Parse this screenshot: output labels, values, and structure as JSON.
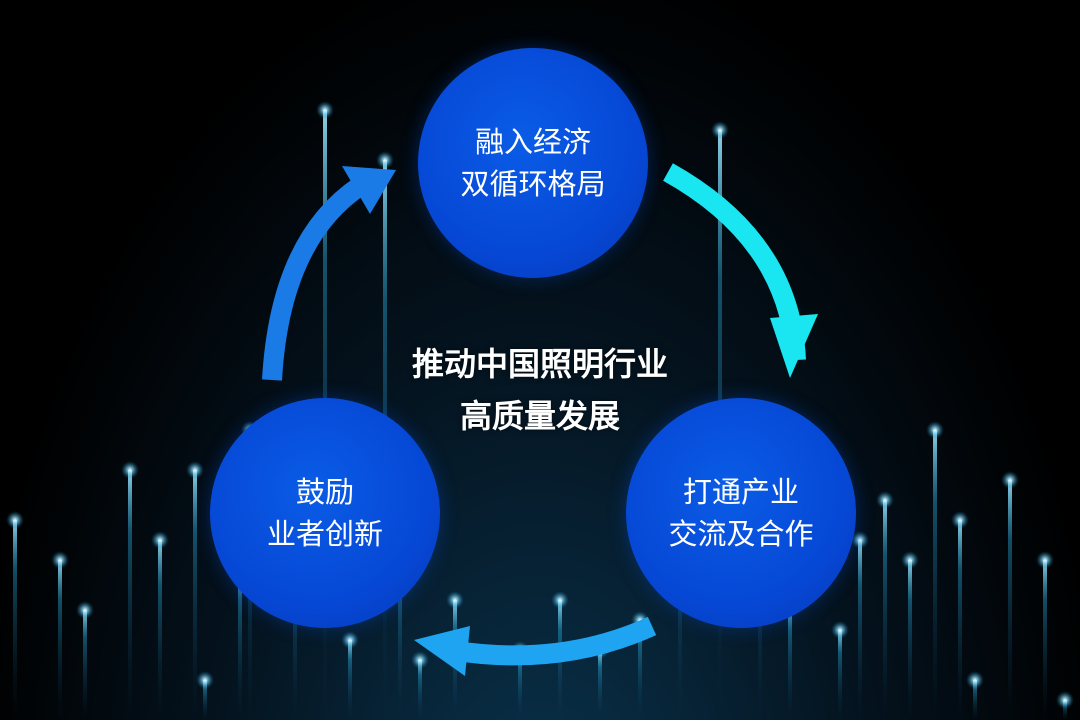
{
  "title": {
    "line1": "推动中国照明行业",
    "line2": "高质量发展"
  },
  "nodes": {
    "top": {
      "line1": "融入经济",
      "line2": "双循环格局"
    },
    "right": {
      "line1": "打通产业",
      "line2": "交流及合作"
    },
    "left": {
      "line1": "鼓励",
      "line2": "业者创新"
    }
  },
  "colors": {
    "node_fill": "#0648d6",
    "arrow_cyan": "#19e6f0",
    "arrow_blue": "#1a7be6",
    "arrow_sky": "#1ea4f0",
    "background": "#000000"
  }
}
